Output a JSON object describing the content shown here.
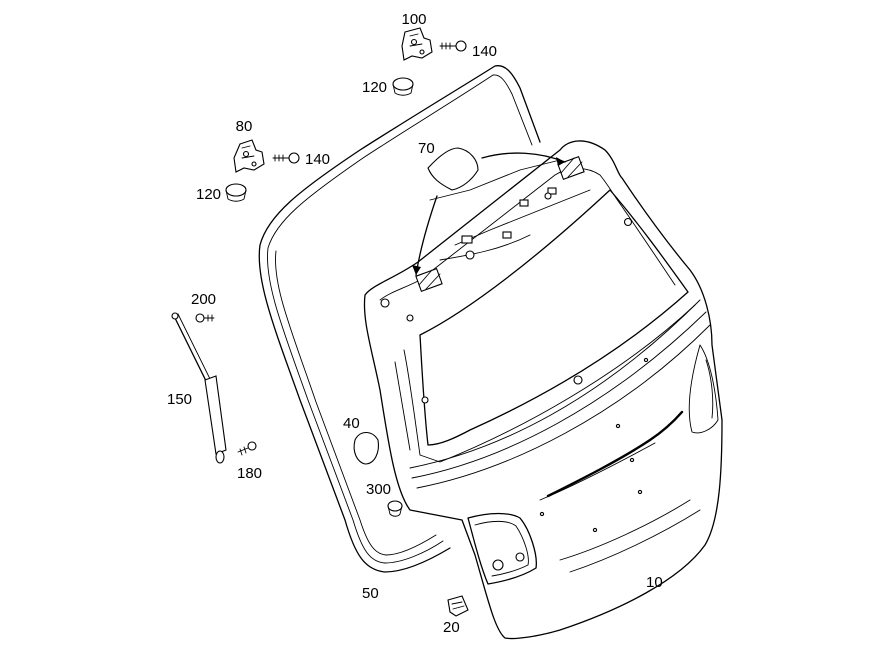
{
  "diagram": {
    "part_labels": {
      "p100": "100",
      "p140a": "140",
      "p120a": "120",
      "p80": "80",
      "p140b": "140",
      "p120b": "120",
      "p70": "70",
      "p200": "200",
      "p150": "150",
      "p40": "40",
      "p180": "180",
      "p300": "300",
      "p50": "50",
      "p10": "10",
      "p20": "20"
    }
  }
}
